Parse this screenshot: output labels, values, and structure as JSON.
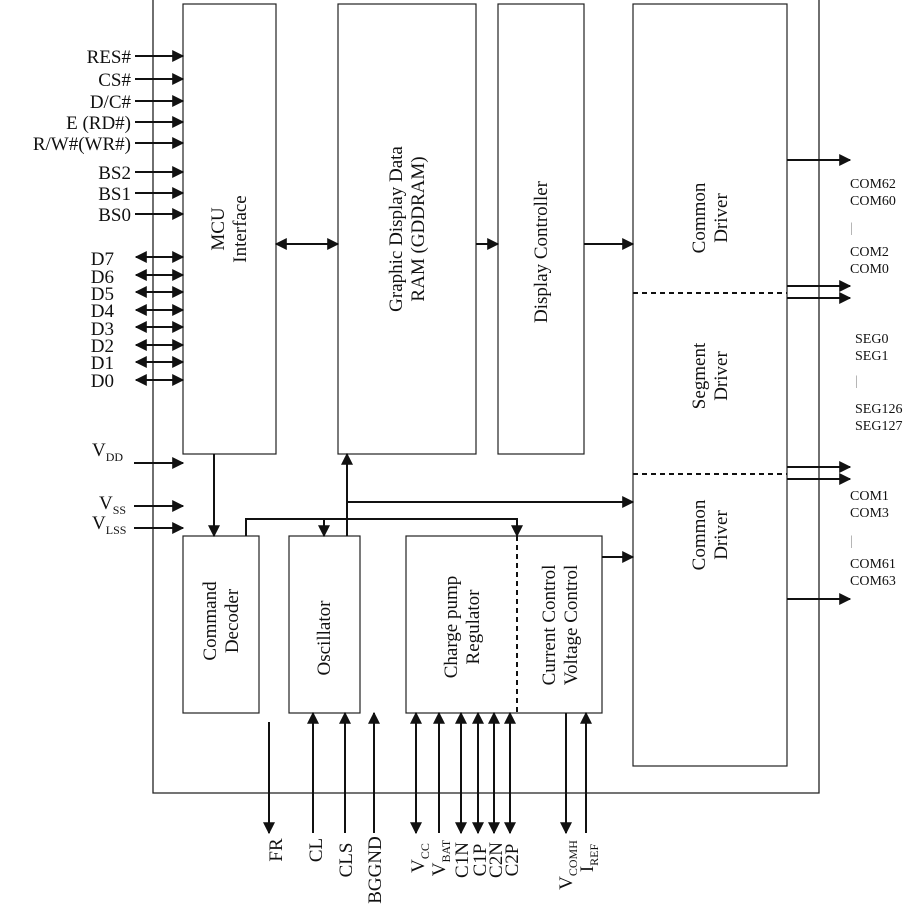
{
  "blocks": {
    "mcu": [
      "MCU",
      "Interface"
    ],
    "gddram": [
      "Graphic Display Data",
      "RAM (GDDRAM)"
    ],
    "display_controller": "Display Controller",
    "common_top": [
      "Common",
      "Driver"
    ],
    "segment": [
      "Segment",
      "Driver"
    ],
    "common_bottom": [
      "Common",
      "Driver"
    ],
    "command_decoder": [
      "Command",
      "Decoder"
    ],
    "oscillator": "Oscillator",
    "charge_pump": [
      "Charge pump",
      "Regulator"
    ],
    "current_voltage": [
      "Current Control",
      "Voltage Control"
    ]
  },
  "left_inputs": [
    "RES#",
    "CS#",
    "D/C#",
    "E (RD#)",
    "R/W#(WR#)",
    "BS2",
    "BS1",
    "BS0"
  ],
  "data_pins": [
    "D7",
    "D6",
    "D5",
    "D4",
    "D3",
    "D2",
    "D1",
    "D0"
  ],
  "power_pins": [
    {
      "main": "V",
      "sub": "DD"
    },
    {
      "main": "V",
      "sub": "SS"
    },
    {
      "main": "V",
      "sub": "LSS"
    }
  ],
  "right_labels": {
    "com_top": [
      "COM62",
      "COM60",
      "|",
      "COM2",
      "COM0"
    ],
    "seg": [
      "SEG0",
      "SEG1",
      "|",
      "SEG126",
      "SEG127"
    ],
    "com_bottom": [
      "COM1",
      "COM3",
      "|",
      "COM61",
      "COM63"
    ]
  },
  "bottom_pins": {
    "fr": "FR",
    "cl": "CL",
    "cls": "CLS",
    "bggnd": "BGGND",
    "vcc": {
      "main": "V",
      "sub": "CC"
    },
    "vbat": {
      "main": "V",
      "sub": "BAT"
    },
    "c1n": "C1N",
    "c1p": "C1P",
    "c2n": "C2N",
    "c2p": "C2P",
    "vcomh": {
      "main": "V",
      "sub": "COMH"
    },
    "iref": {
      "main": "I",
      "sub": "REF"
    }
  }
}
